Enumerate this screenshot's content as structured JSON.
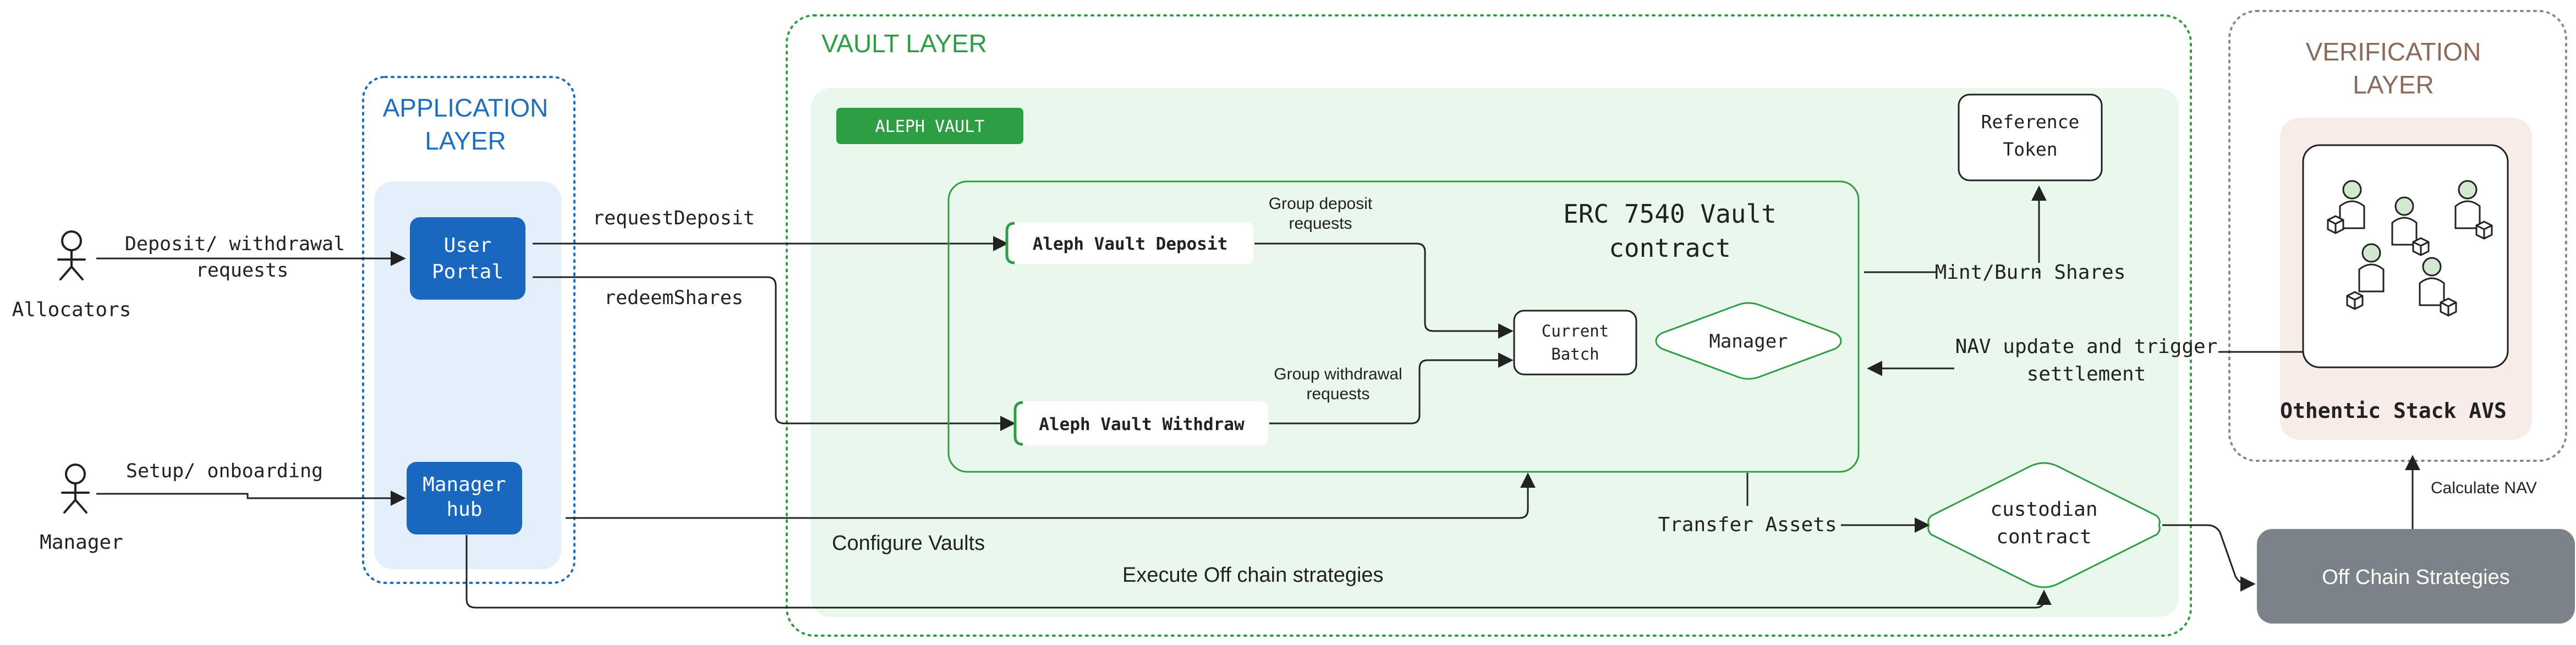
{
  "colors": {
    "app_layer": "#1f6fbf",
    "vault_layer": "#2e9e44",
    "verification_layer": "#8a6a5a",
    "button_blue": "#1a67c0",
    "off_chain_grey": "#7b8288",
    "line": "#222222"
  },
  "actors": {
    "allocators": "Allocators",
    "manager": "Manager"
  },
  "application_layer": {
    "title_line1": "APPLICATION",
    "title_line2": "LAYER",
    "user_portal_line1": "User",
    "user_portal_line2": "Portal",
    "manager_hub_line1": "Manager",
    "manager_hub_line2": "hub"
  },
  "vault_layer": {
    "title": "VAULT LAYER",
    "aleph_vault_badge": "ALEPH VAULT",
    "erc_line1": "ERC 7540 Vault",
    "erc_line2": "contract",
    "deposit_box": "Aleph Vault Deposit",
    "withdraw_box": "Aleph Vault Withdraw",
    "current_batch_line1": "Current",
    "current_batch_line2": "Batch",
    "manager_diamond": "Manager",
    "reference_token_line1": "Reference",
    "reference_token_line2": "Token",
    "custodian_line1": "custodian",
    "custodian_line2": "contract",
    "configure_vaults": "Configure Vaults",
    "execute_off_chain": "Execute Off chain strategies"
  },
  "verification_layer": {
    "title_line1": "VERIFICATION",
    "title_line2": "LAYER",
    "avs_label": "Othentic Stack AVS"
  },
  "off_chain": {
    "label": "Off Chain Strategies"
  },
  "edge_labels": {
    "deposit_withdrawal_line1": "Deposit/ withdrawal",
    "deposit_withdrawal_line2": "requests",
    "setup_onboarding": "Setup/ onboarding",
    "request_deposit": "requestDeposit",
    "redeem_shares": "redeemShares",
    "group_deposit_line1": "Group deposit",
    "group_deposit_line2": "requests",
    "group_withdrawal_line1": "Group withdrawal",
    "group_withdrawal_line2": "requests",
    "mint_burn": "Mint/Burn Shares",
    "nav_update_line1": "NAV update and trigger",
    "nav_update_line2": "settlement",
    "transfer_assets": "Transfer Assets",
    "calculate_nav": "Calculate NAV"
  }
}
